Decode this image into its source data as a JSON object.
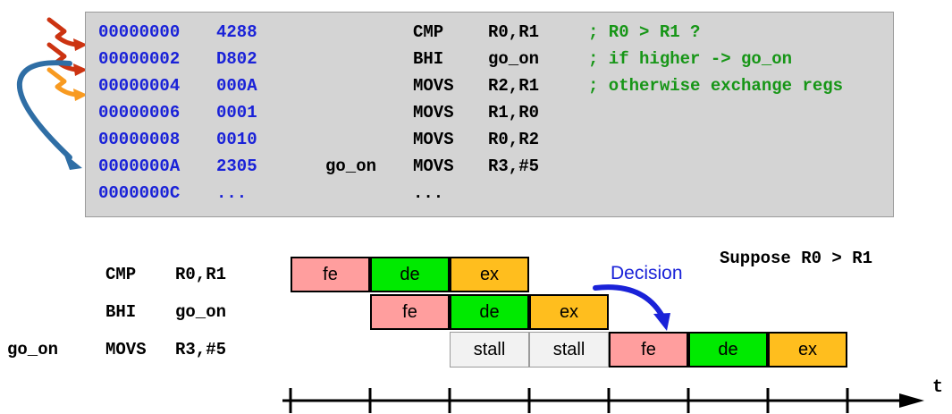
{
  "code_panel": {
    "name": "assembly-listing",
    "background_color": "#d4d4d4",
    "address_color": "#1a22d8",
    "comment_color": "#179617",
    "lines": [
      {
        "address": "00000000",
        "encoding": "4288",
        "label": "",
        "mnemonic": "CMP",
        "operands": "R0,R1",
        "comment": "; R0 > R1 ?"
      },
      {
        "address": "00000002",
        "encoding": "D802",
        "label": "",
        "mnemonic": "BHI",
        "operands": "go_on",
        "comment": "; if higher -> go_on"
      },
      {
        "address": "00000004",
        "encoding": "000A",
        "label": "",
        "mnemonic": "MOVS",
        "operands": "R2,R1",
        "comment": "; otherwise exchange regs"
      },
      {
        "address": "00000006",
        "encoding": "0001",
        "label": "",
        "mnemonic": "MOVS",
        "operands": "R1,R0",
        "comment": ""
      },
      {
        "address": "00000008",
        "encoding": "0010",
        "label": "",
        "mnemonic": "MOVS",
        "operands": "R0,R2",
        "comment": ""
      },
      {
        "address": "0000000A",
        "encoding": "2305",
        "label": "go_on",
        "mnemonic": "MOVS",
        "operands": "R3,#5",
        "comment": ""
      },
      {
        "address": "0000000C",
        "encoding": "...",
        "label": "",
        "mnemonic": "...",
        "operands": "",
        "comment": ""
      }
    ]
  },
  "left_arrows": {
    "sequential_arrow_color": "#cc3311",
    "branch_target_arrow_color": "#f89a20",
    "taken_branch_arrow_color": "#2f6ea5",
    "count": 4
  },
  "pipeline": {
    "stage_colors": {
      "fe": "#ff9e9e",
      "de": "#00ea00",
      "ex": "#ffbe1e",
      "stall": "#f2f2f2"
    },
    "rows": [
      {
        "label": "",
        "mnemonic": "CMP",
        "operands": "R0,R1",
        "cells": [
          {
            "text": "fe",
            "kind": "fe",
            "slot": 0
          },
          {
            "text": "de",
            "kind": "de",
            "slot": 1
          },
          {
            "text": "ex",
            "kind": "ex",
            "slot": 2
          }
        ]
      },
      {
        "label": "",
        "mnemonic": "BHI",
        "operands": "go_on",
        "cells": [
          {
            "text": "fe",
            "kind": "fe",
            "slot": 1
          },
          {
            "text": "de",
            "kind": "de",
            "slot": 2
          },
          {
            "text": "ex",
            "kind": "ex",
            "slot": 3
          }
        ]
      },
      {
        "label": "go_on",
        "mnemonic": "MOVS",
        "operands": "R3,#5",
        "cells": [
          {
            "text": "stall",
            "kind": "stall",
            "slot": 2
          },
          {
            "text": "stall",
            "kind": "stall",
            "slot": 3
          },
          {
            "text": "fe",
            "kind": "fe",
            "slot": 4
          },
          {
            "text": "de",
            "kind": "de",
            "slot": 5
          },
          {
            "text": "ex",
            "kind": "ex",
            "slot": 6
          }
        ]
      }
    ],
    "decision_label": "Decision",
    "decision_label_color": "#1a22d8",
    "suppose_label": "Suppose R0 > R1",
    "axis": {
      "label": "t",
      "tick_count": 8
    }
  }
}
